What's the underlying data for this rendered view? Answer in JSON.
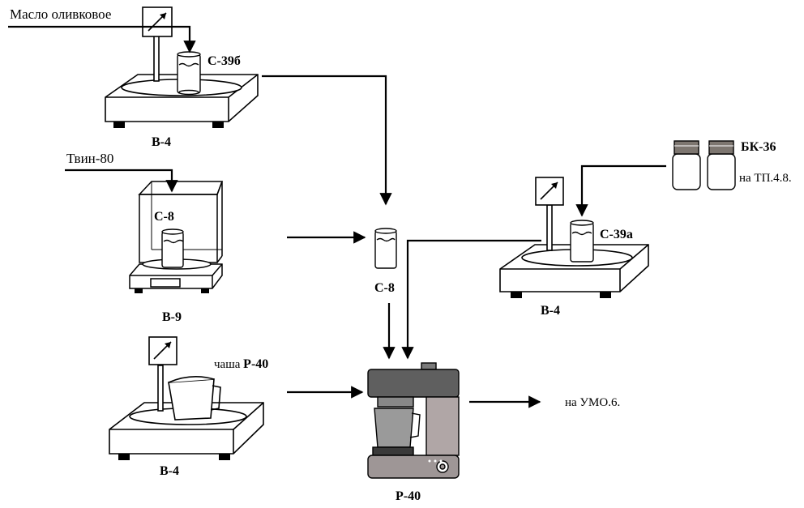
{
  "labels": {
    "olive_oil": "Масло оливковое",
    "tween": "Твин-80",
    "vessel_c39b": "С-39б",
    "scale_b4_top": "В-4",
    "vessel_c8_in_balance": "С-8",
    "balance_b9": "В-9",
    "bowl_prefix": "чаша",
    "bowl_code": "Р-40",
    "scale_b4_bottom": "В-4",
    "vessel_c8_center": "С-8",
    "mixer_p40": "Р-40",
    "jar_bk36": "БК-36",
    "jar_source": "на ТП.4.8.",
    "vessel_c39a": "С-39а",
    "scale_b4_right": "В-4",
    "output": "на УМО.6."
  },
  "colors": {
    "line": "#000000",
    "mixer_dark": "#5f5f5f",
    "mixer_light": "#b0a6a6",
    "mixer_base": "#9e9696",
    "jar_lid": "#7d7670"
  }
}
